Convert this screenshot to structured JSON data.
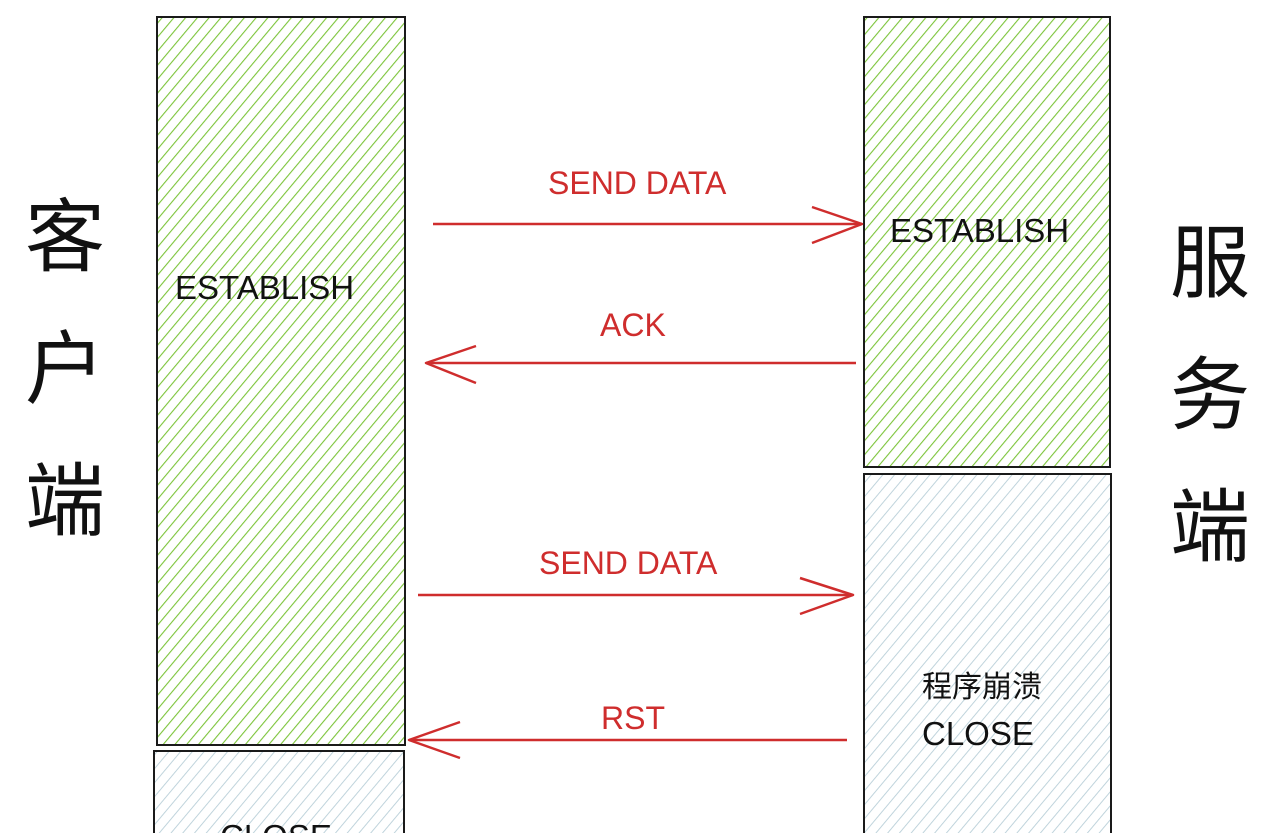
{
  "client_label": [
    "客",
    "户",
    "端"
  ],
  "server_label": [
    "服",
    "务",
    "端"
  ],
  "client": {
    "establish_label": "ESTABLISH",
    "close_label": "CLOSE"
  },
  "server": {
    "establish_label": "ESTABLISH",
    "crash_label": "程序崩溃",
    "close_label": "CLOSE"
  },
  "messages": {
    "send_data_1": "SEND DATA",
    "ack": "ACK",
    "send_data_2": "SEND DATA",
    "rst": "RST"
  },
  "colors": {
    "established_hatch": "#7cc43a",
    "closed_hatch": "#b9cfd8",
    "arrow": "#cf2d2d",
    "border": "#1a1a1a"
  }
}
